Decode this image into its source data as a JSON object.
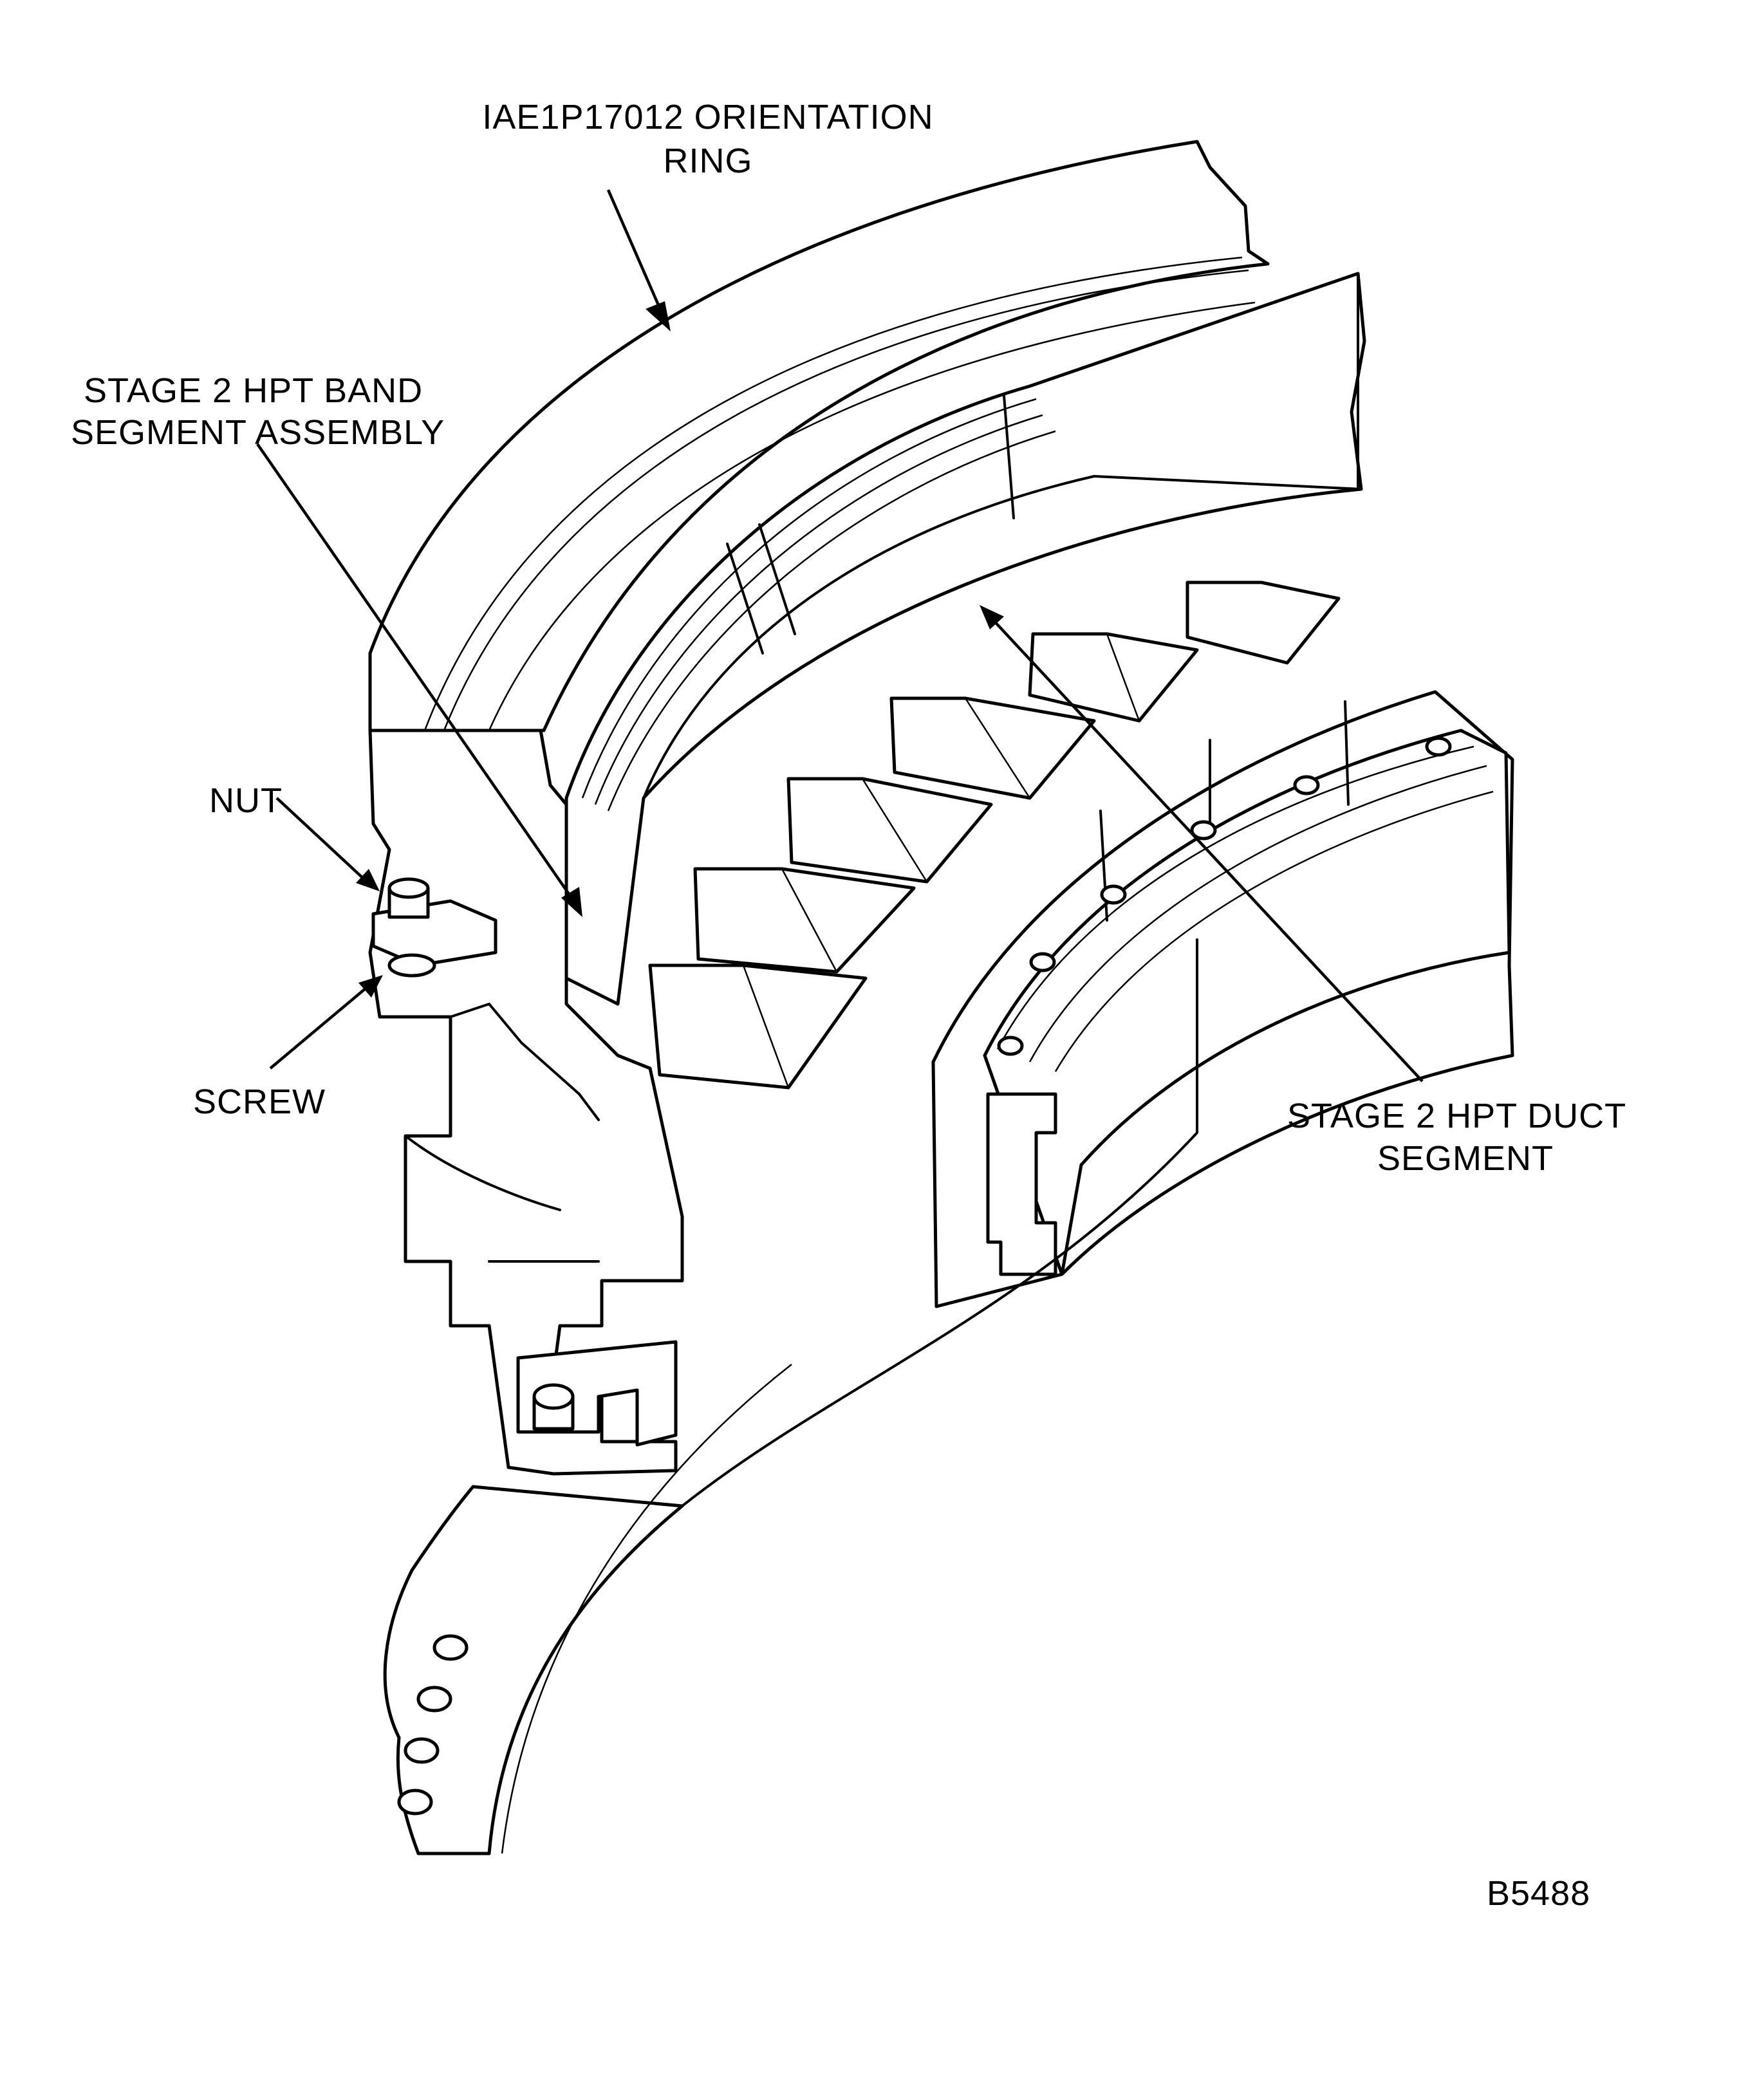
{
  "labels": {
    "orientation_ring_line1": "IAE1P17012 ORIENTATION",
    "orientation_ring_line2": "RING",
    "band_segment_line1": "STAGE 2 HPT BAND",
    "band_segment_line2": "SEGMENT ASSEMBLY",
    "nut": "NUT",
    "screw": "SCREW",
    "duct_segment_line1": "STAGE 2 HPT DUCT",
    "duct_segment_line2": "SEGMENT",
    "figure_number": "B5488"
  }
}
